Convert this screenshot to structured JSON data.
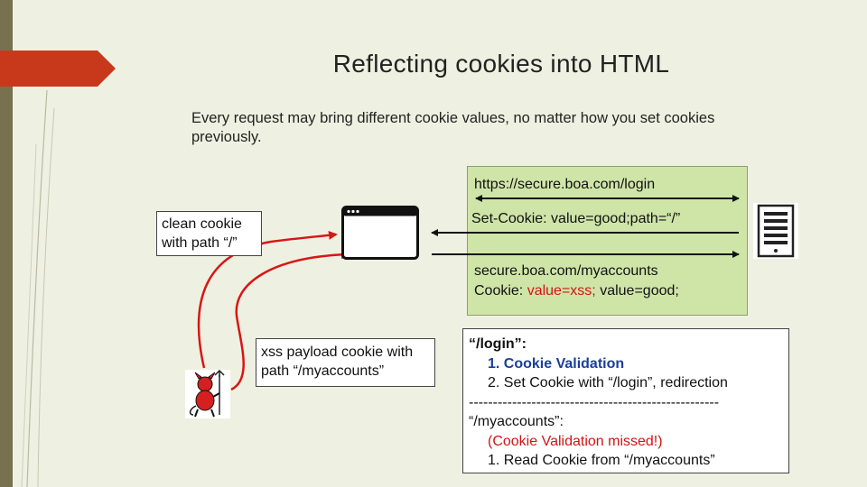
{
  "slide": {
    "title": "Reflecting  cookies  into  HTML",
    "intro": "Every request may bring different cookie values, no matter how you set cookies previously."
  },
  "flow": {
    "url": "https://secure.boa.com/login",
    "set_cookie": "Set-Cookie: value=good;path=“/”",
    "request_host": "secure.boa.com/myaccounts",
    "cookie_prefix": "Cookie: ",
    "cookie_bad": "value=xss;",
    "cookie_good": " value=good;"
  },
  "labels": {
    "clean_cookie": "clean cookie with path “/”",
    "xss_cookie": "xss payload cookie with path “/myaccounts”"
  },
  "notes": {
    "login_heading": "“/login”:",
    "step1": "1. Cookie Validation",
    "step2": "2. Set Cookie with “/login”, redirection",
    "divider": "----------------------------------------------------",
    "myaccounts_heading": "“/myaccounts”:",
    "missed": "(Cookie Validation missed!)",
    "read_step": "1. Read Cookie from “/myaccounts”"
  },
  "colors": {
    "background": "#eef1e1",
    "accent_red": "#c8391c",
    "highlight_green": "#cfe5a8",
    "arrow_red": "#d81616",
    "text_blue": "#1b3f9a"
  },
  "icons": [
    "browser-window-icon",
    "server-icon",
    "devil-attacker-icon"
  ]
}
